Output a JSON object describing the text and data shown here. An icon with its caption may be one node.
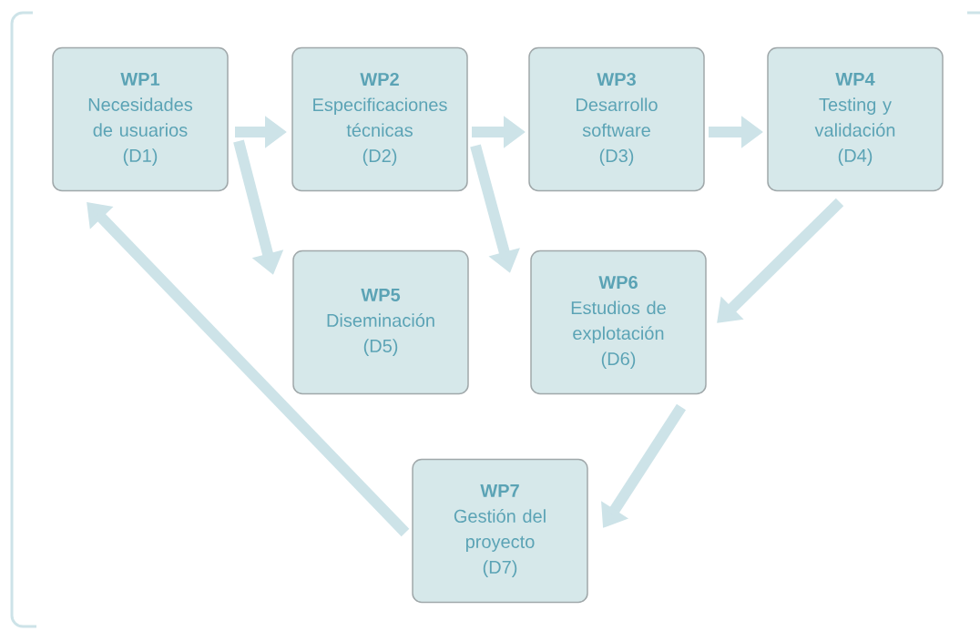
{
  "diagram": {
    "nodes": [
      {
        "text": [
          "WP1",
          "Necesidades de usuarios",
          "(D1)"
        ]
      },
      {
        "text": [
          "WP2",
          "Especificaciones técnicas",
          "(D2)"
        ]
      },
      {
        "text": [
          "WP3",
          "Desarrollo software",
          "(D3)"
        ]
      },
      {
        "text": [
          "WP4",
          "Testing y validación",
          "(D4)"
        ]
      },
      {
        "text": [
          "WP5",
          "Diseminación",
          "(D5)"
        ]
      },
      {
        "text": [
          "WP6",
          "Estudios de explotación",
          "(D6)"
        ]
      },
      {
        "text": [
          "WP7",
          "Gestión del proyecto",
          "(D7)"
        ]
      }
    ],
    "edges": [
      {
        "from": 0,
        "to": 1,
        "arrow": "to"
      },
      {
        "from": 1,
        "to": 2,
        "arrow": "to"
      },
      {
        "from": 2,
        "to": 3,
        "arrow": "to"
      },
      {
        "from": 0,
        "to": 4,
        "arrow": "to"
      },
      {
        "from": 1,
        "to": 5,
        "arrow": "to"
      },
      {
        "from": 3,
        "to": 5,
        "arrow": "to"
      },
      {
        "from": 5,
        "to": 6,
        "arrow": "to"
      },
      {
        "from": 6,
        "to": 0,
        "arrow": "to"
      }
    ]
  }
}
